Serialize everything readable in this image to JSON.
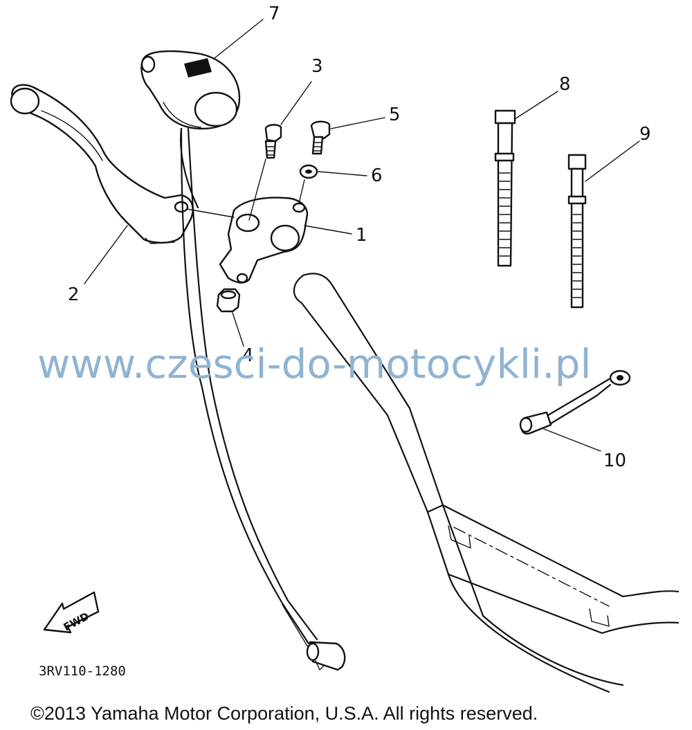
{
  "diagram": {
    "callouts": [
      "7",
      "3",
      "5",
      "6",
      "1",
      "2",
      "4",
      "8",
      "9",
      "10"
    ],
    "watermark": "www.czesci-do-motocykli.pl",
    "fwd_label": "FWD",
    "diagram_code": "3RV110-1280",
    "copyright": "©2013 Yamaha Motor Corporation, U.S.A. All rights reserved."
  }
}
